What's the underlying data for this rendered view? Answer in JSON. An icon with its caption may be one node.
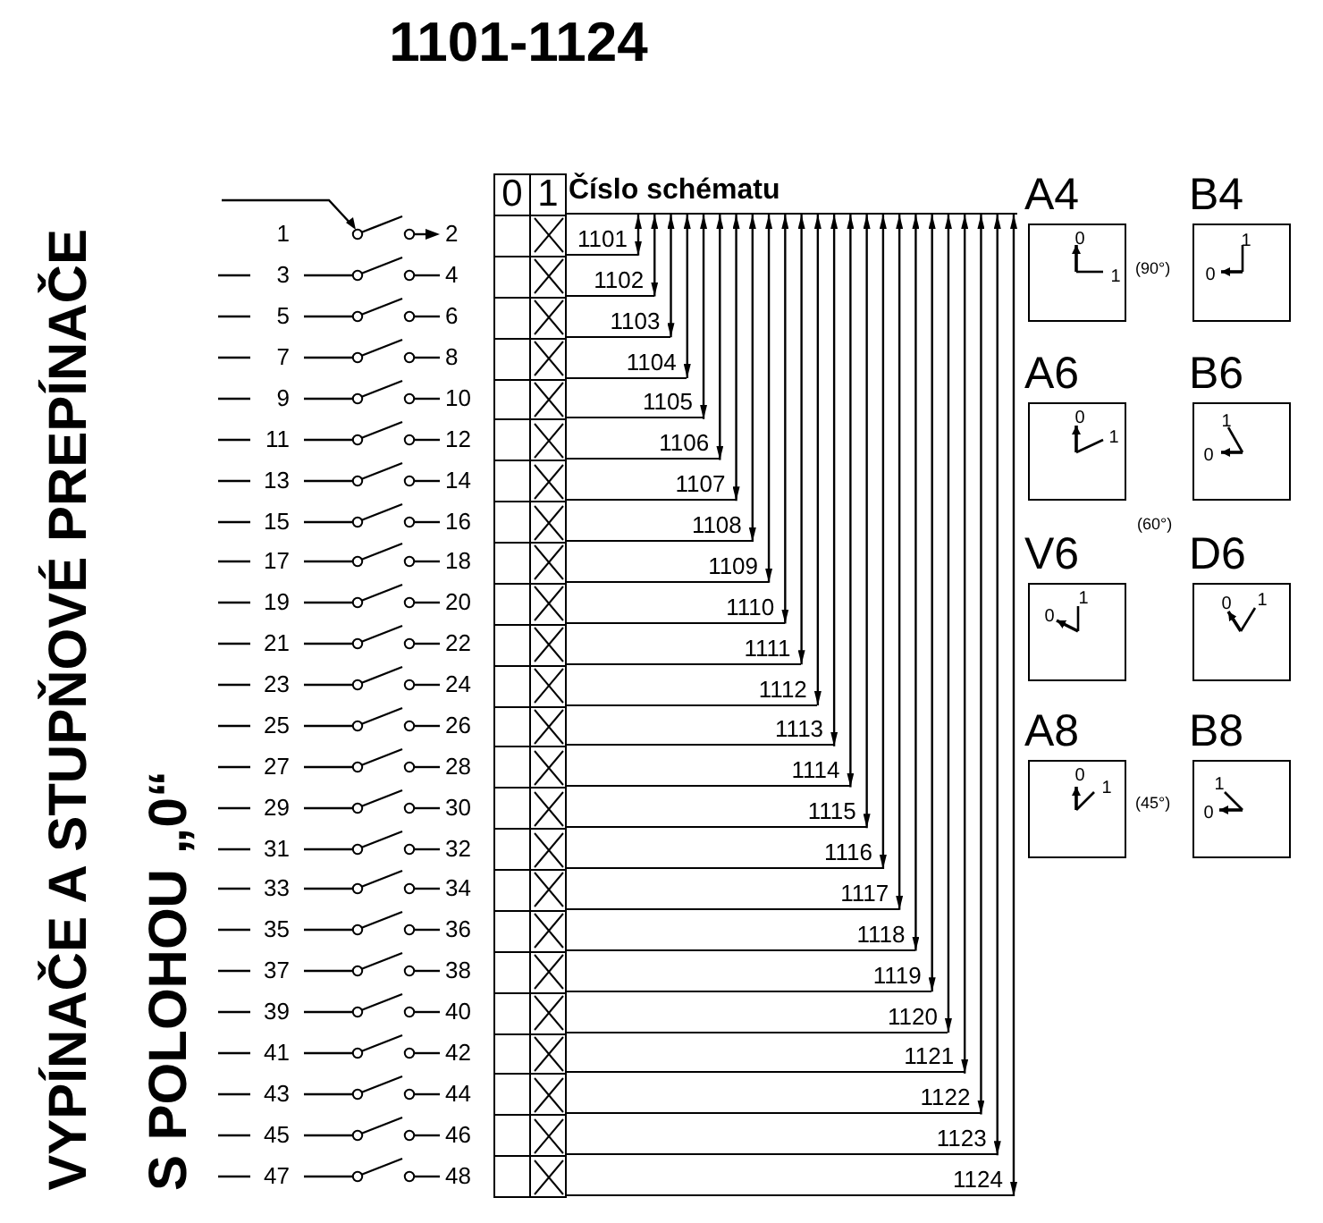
{
  "diagram": {
    "title": "1101-1124",
    "nodes": [
      {
        "text": [
          "Číslo schématu"
        ]
      },
      {
        "text": [
          "1101"
        ]
      },
      {
        "text": [
          "1102"
        ]
      },
      {
        "text": [
          "1103"
        ]
      },
      {
        "text": [
          "1104"
        ]
      },
      {
        "text": [
          "1105"
        ]
      },
      {
        "text": [
          "1106"
        ]
      },
      {
        "text": [
          "1107"
        ]
      },
      {
        "text": [
          "1108"
        ]
      },
      {
        "text": [
          "1109"
        ]
      },
      {
        "text": [
          "1110"
        ]
      },
      {
        "text": [
          "1111"
        ]
      },
      {
        "text": [
          "1112"
        ]
      },
      {
        "text": [
          "1113"
        ]
      },
      {
        "text": [
          "1114"
        ]
      },
      {
        "text": [
          "1115"
        ]
      },
      {
        "text": [
          "1116"
        ]
      },
      {
        "text": [
          "1117"
        ]
      },
      {
        "text": [
          "1118"
        ]
      },
      {
        "text": [
          "1119"
        ]
      },
      {
        "text": [
          "1120"
        ]
      },
      {
        "text": [
          "1121"
        ]
      },
      {
        "text": [
          "1122"
        ]
      },
      {
        "text": [
          "1123"
        ]
      },
      {
        "text": [
          "1124"
        ]
      },
      {
        "text": [
          "A4",
          "0",
          "1"
        ],
        "beside": [
          "(90°)"
        ]
      },
      {
        "text": [
          "B4",
          "1",
          "0"
        ]
      },
      {
        "text": [
          "A6",
          "0",
          "1"
        ],
        "beside": [
          "(60°)"
        ]
      },
      {
        "text": [
          "B6",
          "1",
          "0"
        ]
      },
      {
        "text": [
          "V6",
          "1",
          "0"
        ]
      },
      {
        "text": [
          "D6",
          "0",
          "1"
        ]
      },
      {
        "text": [
          "A8",
          "0",
          "1"
        ],
        "beside": [
          "(45°)"
        ]
      },
      {
        "text": [
          "B8",
          "1",
          "0"
        ]
      }
    ],
    "edges": [
      {
        "from": 0,
        "to": 1,
        "arrow": "both"
      },
      {
        "from": 0,
        "to": 2,
        "arrow": "both"
      },
      {
        "from": 0,
        "to": 3,
        "arrow": "both"
      },
      {
        "from": 0,
        "to": 4,
        "arrow": "both"
      },
      {
        "from": 0,
        "to": 5,
        "arrow": "both"
      },
      {
        "from": 0,
        "to": 6,
        "arrow": "both"
      },
      {
        "from": 0,
        "to": 7,
        "arrow": "both"
      },
      {
        "from": 0,
        "to": 8,
        "arrow": "both"
      },
      {
        "from": 0,
        "to": 9,
        "arrow": "both"
      },
      {
        "from": 0,
        "to": 10,
        "arrow": "both"
      },
      {
        "from": 0,
        "to": 11,
        "arrow": "both"
      },
      {
        "from": 0,
        "to": 12,
        "arrow": "both"
      },
      {
        "from": 0,
        "to": 13,
        "arrow": "both"
      },
      {
        "from": 0,
        "to": 14,
        "arrow": "both"
      },
      {
        "from": 0,
        "to": 15,
        "arrow": "both"
      },
      {
        "from": 0,
        "to": 16,
        "arrow": "both"
      },
      {
        "from": 0,
        "to": 17,
        "arrow": "both"
      },
      {
        "from": 0,
        "to": 18,
        "arrow": "both"
      },
      {
        "from": 0,
        "to": 19,
        "arrow": "both"
      },
      {
        "from": 0,
        "to": 20,
        "arrow": "both"
      },
      {
        "from": 0,
        "to": 21,
        "arrow": "both"
      },
      {
        "from": 0,
        "to": 22,
        "arrow": "both"
      },
      {
        "from": 0,
        "to": 23,
        "arrow": "both"
      },
      {
        "from": 0,
        "to": 24,
        "arrow": "both"
      }
    ],
    "labels": [
      "VYPÍNAČE A STUPŇOVÉ PREPÍNAČE",
      "S POLOHOU „0“",
      "0",
      "1",
      "1",
      "2",
      "3",
      "4",
      "5",
      "6",
      "7",
      "8",
      "9",
      "10",
      "11",
      "12",
      "13",
      "14",
      "15",
      "16",
      "17",
      "18",
      "19",
      "20",
      "21",
      "22",
      "23",
      "24",
      "25",
      "26",
      "27",
      "28",
      "29",
      "30",
      "31",
      "32",
      "33",
      "34",
      "35",
      "36",
      "37",
      "38",
      "39",
      "40",
      "41",
      "42",
      "43",
      "44",
      "45",
      "46",
      "47",
      "48"
    ]
  }
}
